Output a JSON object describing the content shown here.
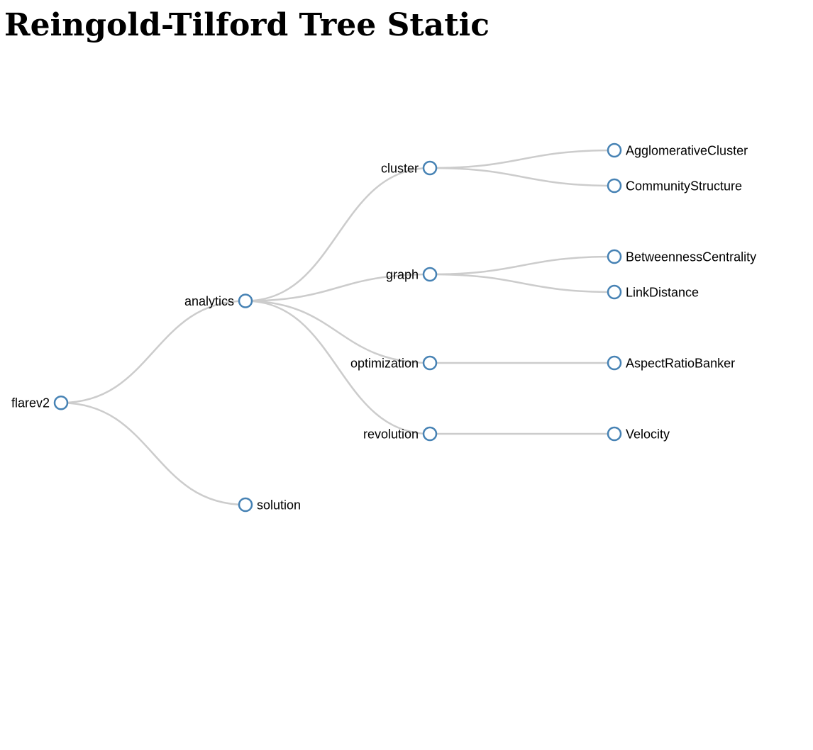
{
  "page": {
    "title": "Reingold-Tilford Tree Static"
  },
  "tree": {
    "root": "flarev2",
    "nodes": [
      {
        "id": "flarev2",
        "label": "flarev2",
        "parent": null,
        "label_side": "left"
      },
      {
        "id": "analytics",
        "label": "analytics",
        "parent": "flarev2",
        "label_side": "left"
      },
      {
        "id": "solution",
        "label": "solution",
        "parent": "flarev2",
        "label_side": "right"
      },
      {
        "id": "cluster",
        "label": "cluster",
        "parent": "analytics",
        "label_side": "left"
      },
      {
        "id": "graph",
        "label": "graph",
        "parent": "analytics",
        "label_side": "left"
      },
      {
        "id": "optimization",
        "label": "optimization",
        "parent": "analytics",
        "label_side": "left"
      },
      {
        "id": "revolution",
        "label": "revolution",
        "parent": "analytics",
        "label_side": "left"
      },
      {
        "id": "AgglomerativeCluster",
        "label": "AgglomerativeCluster",
        "parent": "cluster",
        "label_side": "right"
      },
      {
        "id": "CommunityStructure",
        "label": "CommunityStructure",
        "parent": "cluster",
        "label_side": "right"
      },
      {
        "id": "BetweennessCentrality",
        "label": "BetweennessCentrality",
        "parent": "graph",
        "label_side": "right"
      },
      {
        "id": "LinkDistance",
        "label": "LinkDistance",
        "parent": "graph",
        "label_side": "right"
      },
      {
        "id": "AspectRatioBanker",
        "label": "AspectRatioBanker",
        "parent": "optimization",
        "label_side": "right"
      },
      {
        "id": "Velocity",
        "label": "Velocity",
        "parent": "revolution",
        "label_side": "right"
      }
    ]
  },
  "colors": {
    "node_stroke": "#4682b4",
    "node_fill": "#ffffff",
    "link_stroke": "#cccccc",
    "label_text": "#000000"
  }
}
